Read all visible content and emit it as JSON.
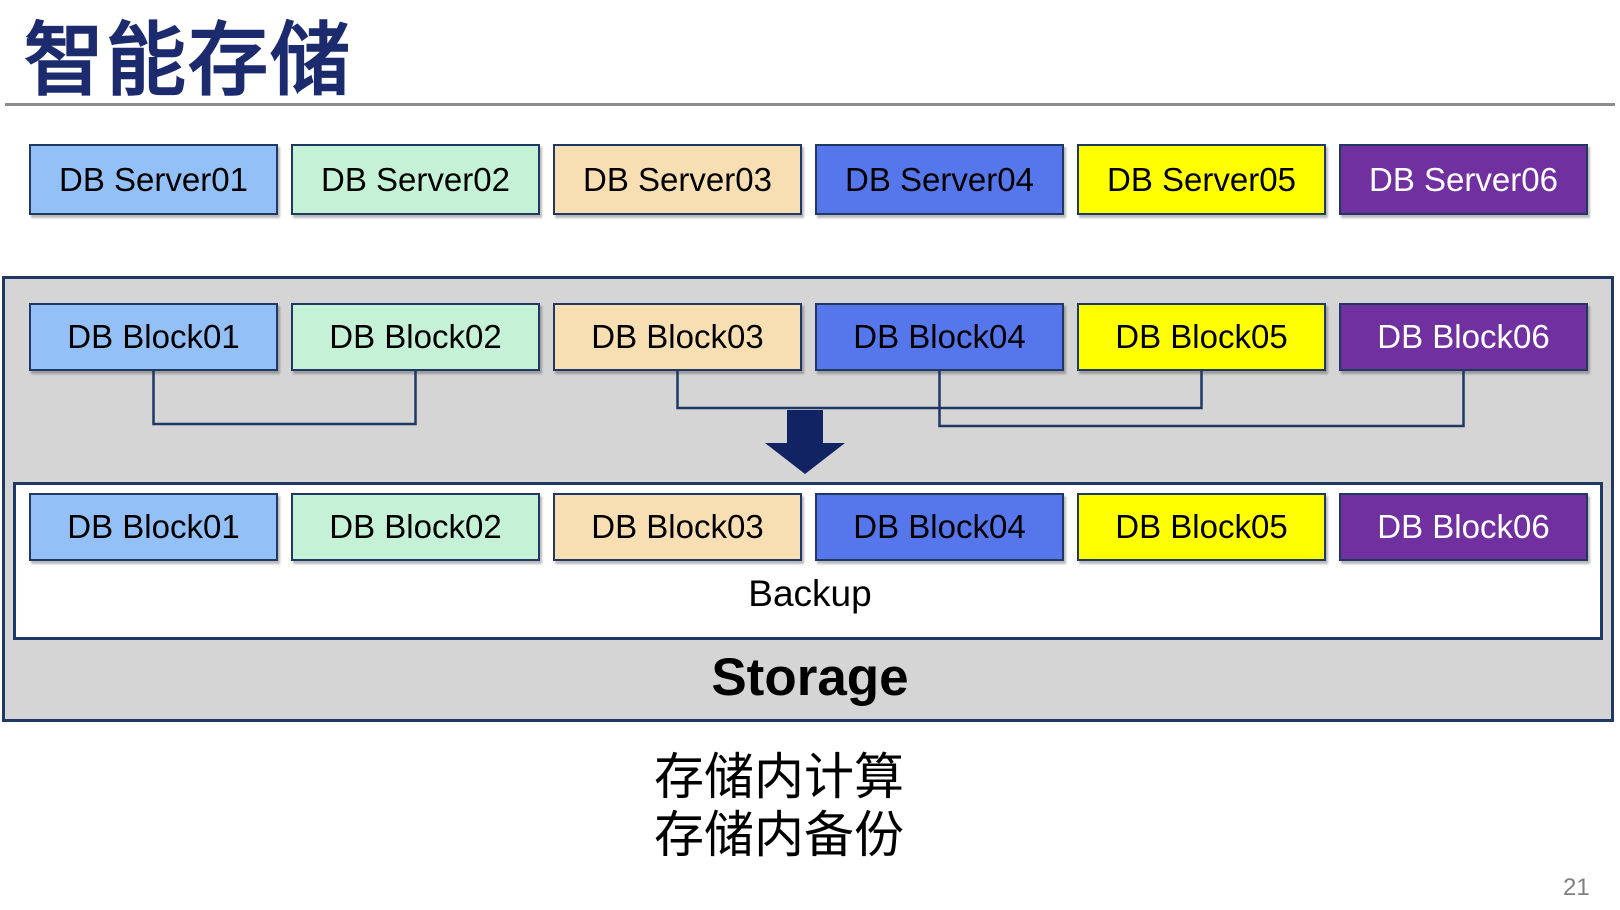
{
  "slide": {
    "title": "智能存储",
    "page_number": "21"
  },
  "colors": {
    "title_text": "#1C2A6E",
    "box_border": "#1F3864",
    "connector": "#1F3864",
    "arrow": "#112363",
    "storage_bg": "#D5D5D5",
    "backup_bg": "#FFFFFF",
    "divider": "#8C8C8C",
    "page_number_text": "#808080"
  },
  "servers": [
    {
      "label": "DB Server01",
      "bg": "#92C0F7",
      "fg": "#000000"
    },
    {
      "label": "DB Server02",
      "bg": "#C5F1D7",
      "fg": "#000000"
    },
    {
      "label": "DB Server03",
      "bg": "#F8DFB3",
      "fg": "#000000"
    },
    {
      "label": "DB Server04",
      "bg": "#5677EC",
      "fg": "#000000"
    },
    {
      "label": "DB Server05",
      "bg": "#FFFF00",
      "fg": "#000000"
    },
    {
      "label": "DB Server06",
      "bg": "#7030A0",
      "fg": "#FFFFFF"
    }
  ],
  "storage": {
    "label": "Storage",
    "backup_label": "Backup",
    "blocks_top": [
      {
        "label": "DB Block01",
        "bg": "#92C0F7",
        "fg": "#000000"
      },
      {
        "label": "DB Block02",
        "bg": "#C5F1D7",
        "fg": "#000000"
      },
      {
        "label": "DB Block03",
        "bg": "#F8DFB3",
        "fg": "#000000"
      },
      {
        "label": "DB Block04",
        "bg": "#5677EC",
        "fg": "#000000"
      },
      {
        "label": "DB Block05",
        "bg": "#FFFF00",
        "fg": "#000000"
      },
      {
        "label": "DB Block06",
        "bg": "#7030A0",
        "fg": "#FFFFFF"
      }
    ],
    "blocks_bottom": [
      {
        "label": "DB Block01",
        "bg": "#92C0F7",
        "fg": "#000000"
      },
      {
        "label": "DB Block02",
        "bg": "#C5F1D7",
        "fg": "#000000"
      },
      {
        "label": "DB Block03",
        "bg": "#F8DFB3",
        "fg": "#000000"
      },
      {
        "label": "DB Block04",
        "bg": "#5677EC",
        "fg": "#000000"
      },
      {
        "label": "DB Block05",
        "bg": "#FFFF00",
        "fg": "#000000"
      },
      {
        "label": "DB Block06",
        "bg": "#7030A0",
        "fg": "#FFFFFF"
      }
    ]
  },
  "connections": [
    {
      "from": "DB Block01",
      "to": "DB Block02"
    },
    {
      "from": "DB Block03",
      "to": "DB Block05"
    },
    {
      "from": "DB Block04",
      "to": "DB Block06"
    }
  ],
  "notes": {
    "lines": [
      "存储内计算",
      "存储内备份"
    ]
  }
}
